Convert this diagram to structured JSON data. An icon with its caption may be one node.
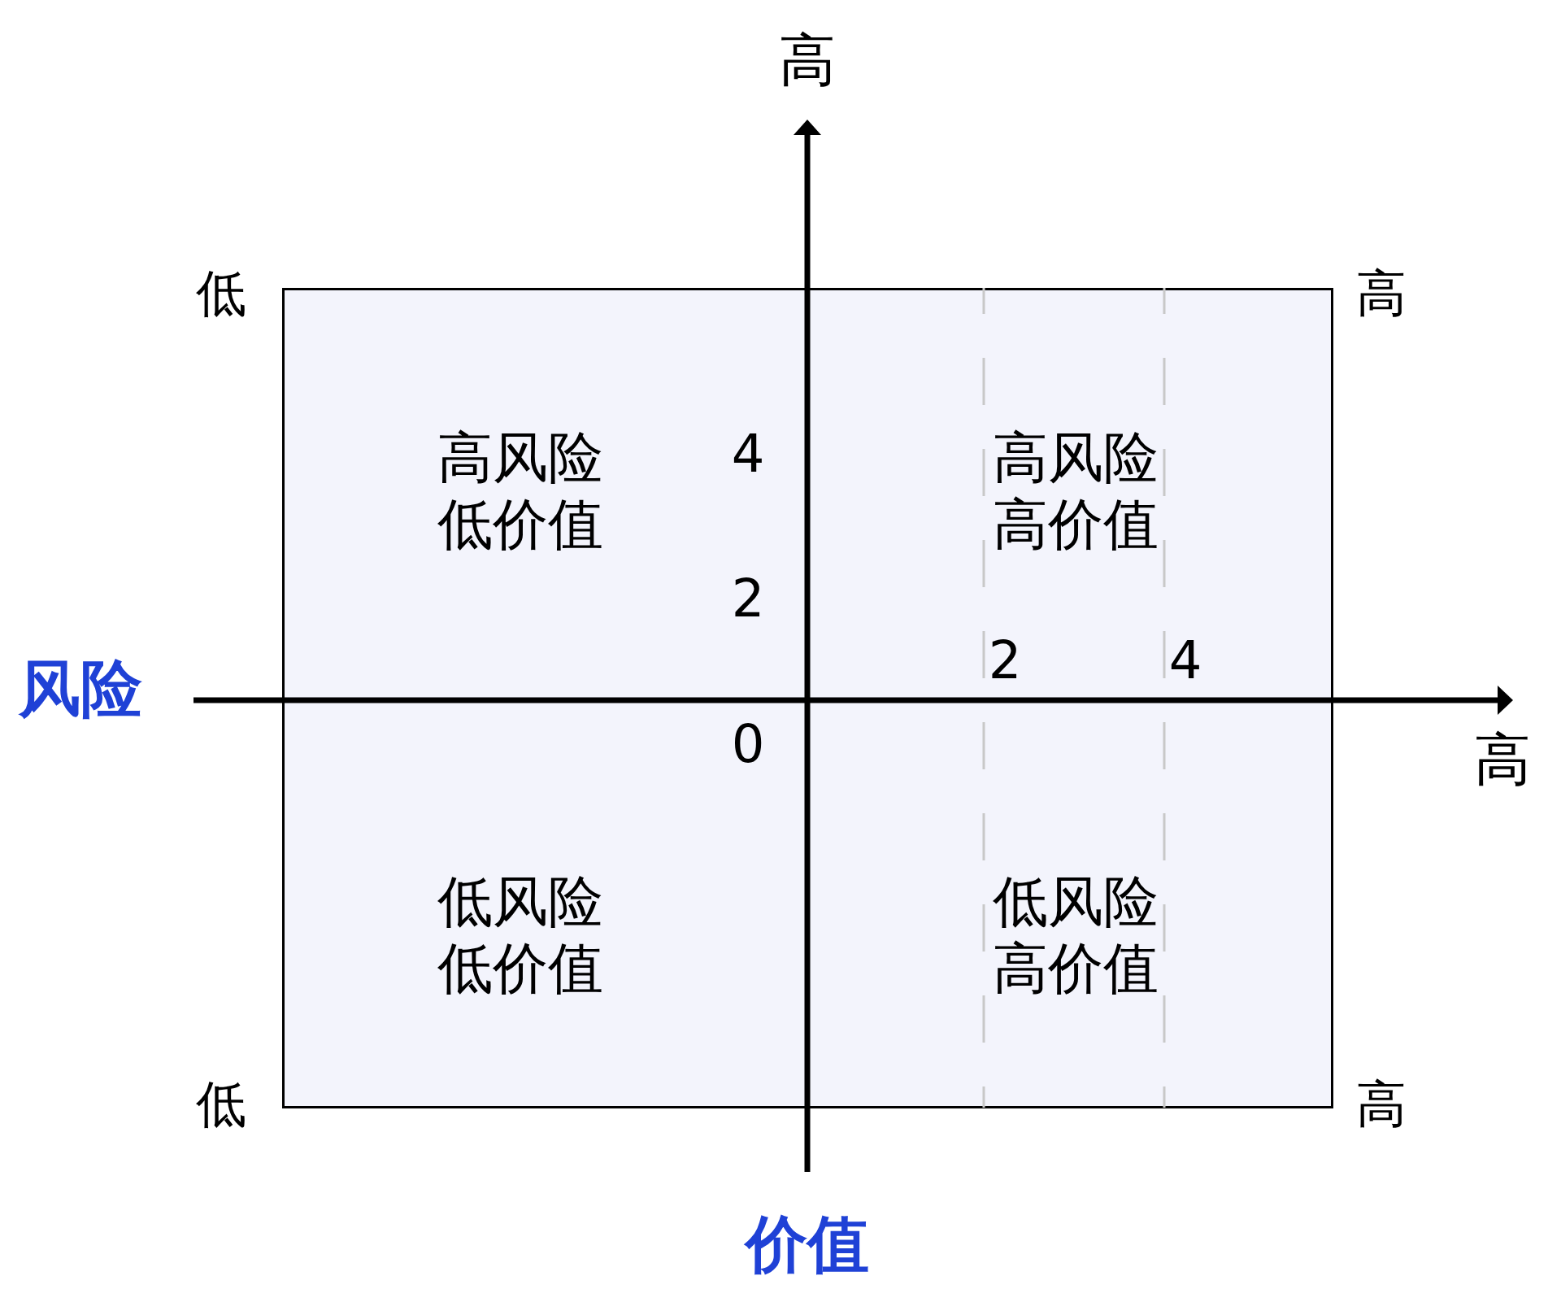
{
  "diagram": {
    "nodes": [
      {
        "text": [
          "高风险低价值",
          "高风险高价值",
          "低风险低价值",
          "低风险高价值"
        ]
      }
    ],
    "labels": [
      "高",
      "低",
      "高",
      "4",
      "2",
      "2",
      "4",
      "风险",
      "0",
      "高",
      "低",
      "高",
      "价值"
    ]
  }
}
